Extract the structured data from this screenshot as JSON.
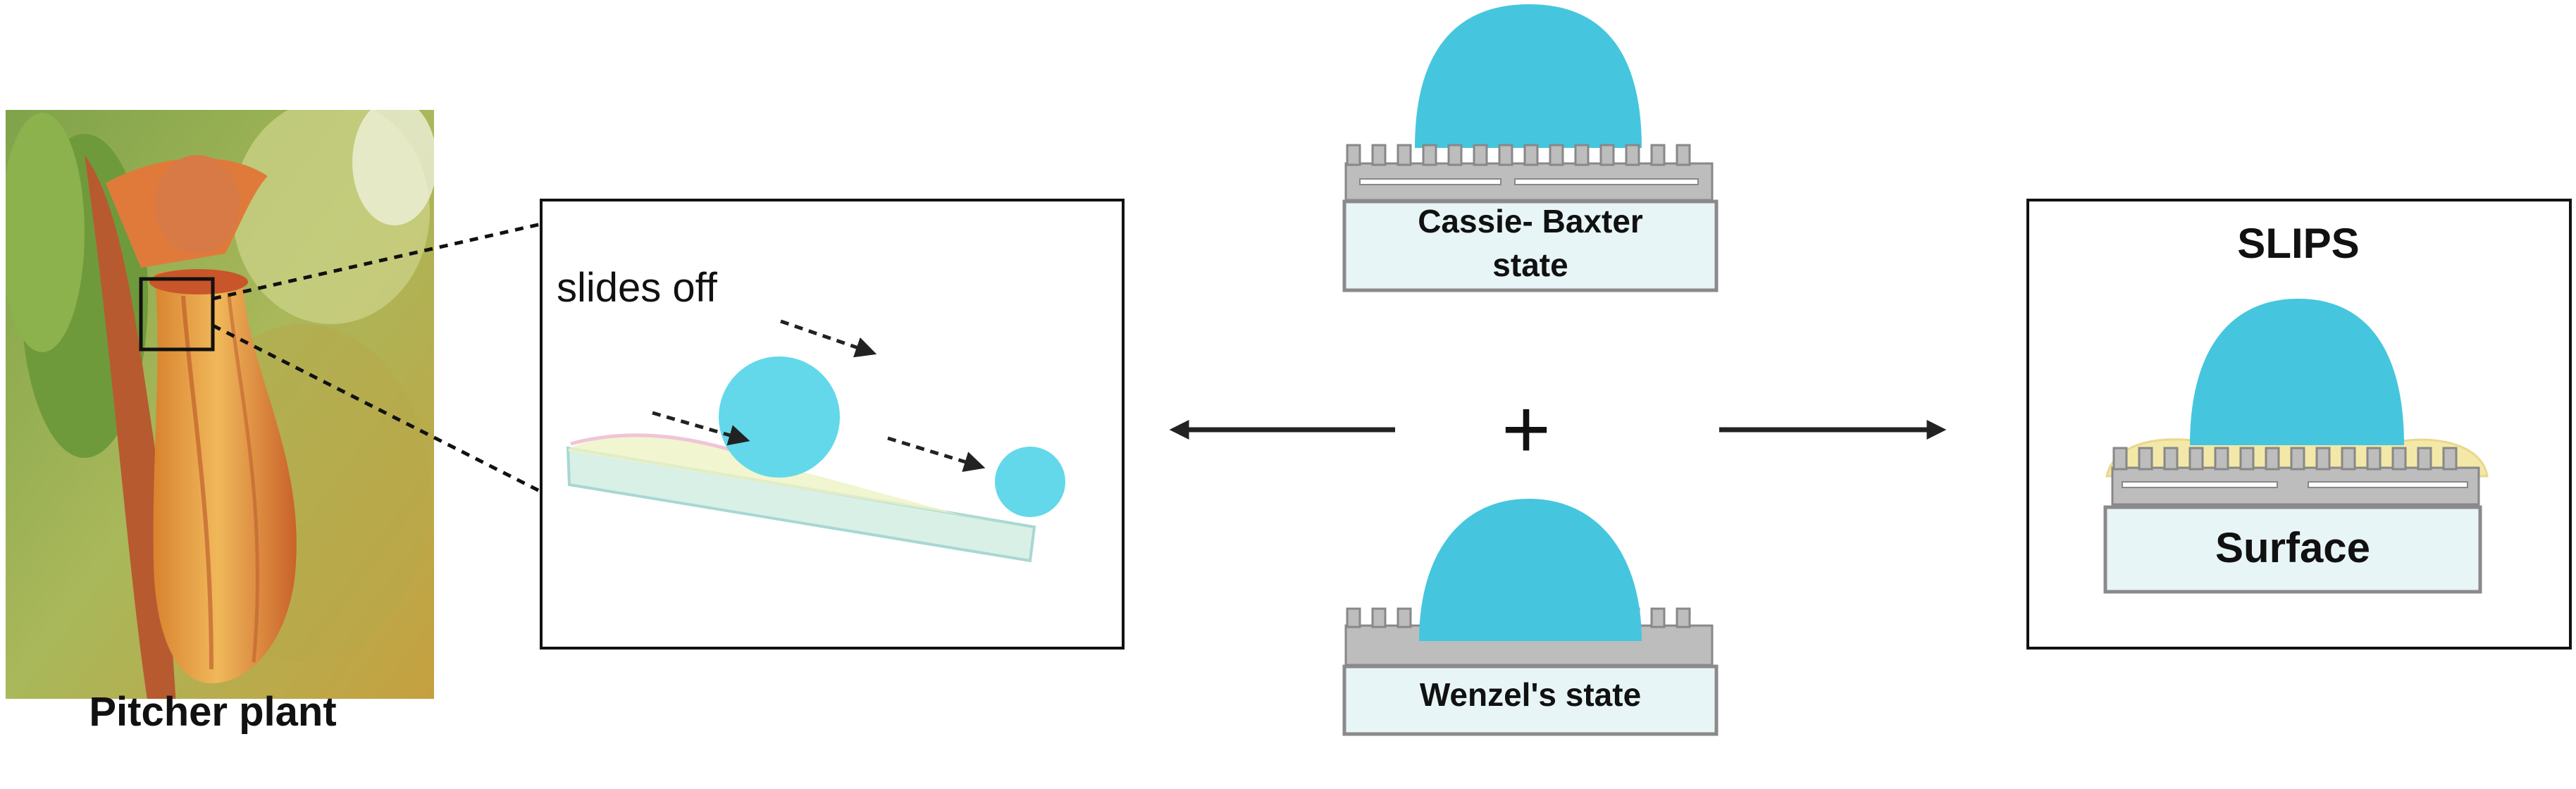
{
  "diagram": {
    "plant_label": "Pitcher plant",
    "slides_label": "slides off",
    "cassie_line1": "Cassie- Baxter",
    "cassie_line2": "state",
    "wenzel_label": "Wenzel's state",
    "slips_title": "SLIPS",
    "surface_label": "Surface",
    "plus_symbol": "+"
  },
  "colors": {
    "droplet": "#45c6de",
    "droplet_light": "#62d8ea",
    "texture_gray": "#bdbdbd",
    "substrate_fill": "#e8f5f7",
    "substrate_border": "#8a8a8a",
    "lubricant": "#f3e8a8",
    "box_border": "#111111"
  }
}
